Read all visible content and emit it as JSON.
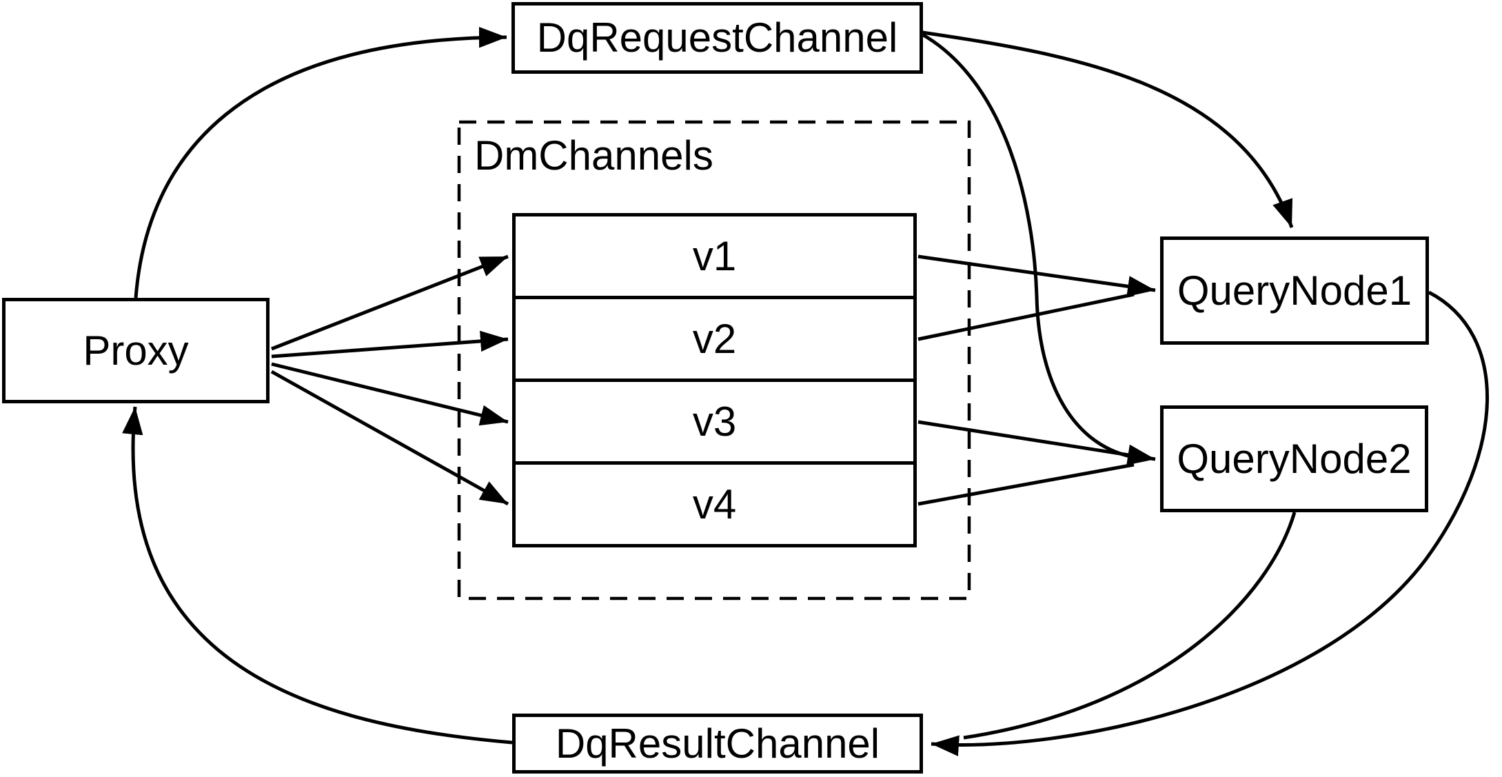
{
  "diagram": {
    "background_color": "#ffffff",
    "stroke_color": "#000000",
    "nodes": {
      "proxy": {
        "label": "Proxy"
      },
      "dq_request_channel": {
        "label": "DqRequestChannel"
      },
      "dm_channels_group": {
        "label": "DmChannels"
      },
      "channels": [
        {
          "label": "v1"
        },
        {
          "label": "v2"
        },
        {
          "label": "v3"
        },
        {
          "label": "v4"
        }
      ],
      "query_node_1": {
        "label": "QueryNode1"
      },
      "query_node_2": {
        "label": "QueryNode2"
      },
      "dq_result_channel": {
        "label": "DqResultChannel"
      }
    },
    "edges": [
      {
        "from": "Proxy",
        "to": "DqRequestChannel"
      },
      {
        "from": "Proxy",
        "to": "v1"
      },
      {
        "from": "Proxy",
        "to": "v2"
      },
      {
        "from": "Proxy",
        "to": "v3"
      },
      {
        "from": "Proxy",
        "to": "v4"
      },
      {
        "from": "v1",
        "to": "QueryNode1"
      },
      {
        "from": "v2",
        "to": "QueryNode1"
      },
      {
        "from": "v3",
        "to": "QueryNode2"
      },
      {
        "from": "v4",
        "to": "QueryNode2"
      },
      {
        "from": "DqRequestChannel",
        "to": "QueryNode1"
      },
      {
        "from": "DqRequestChannel",
        "to": "QueryNode2"
      },
      {
        "from": "QueryNode1",
        "to": "DqResultChannel"
      },
      {
        "from": "QueryNode2",
        "to": "DqResultChannel"
      },
      {
        "from": "DqResultChannel",
        "to": "Proxy"
      }
    ]
  }
}
